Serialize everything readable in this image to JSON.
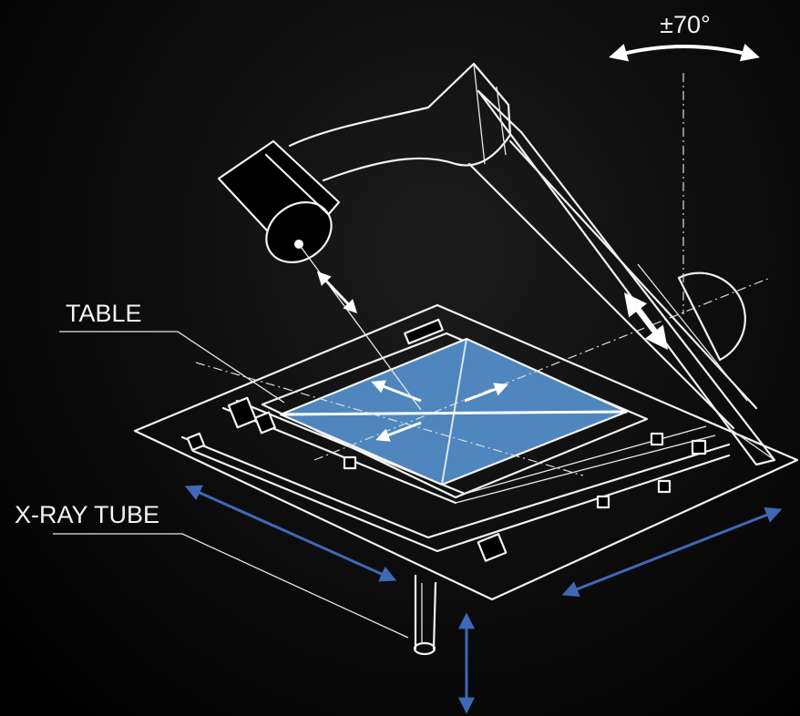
{
  "labels": {
    "rotation": "±70°",
    "table": "TABLE",
    "xray_tube": "X-RAY TUBE"
  },
  "colors": {
    "background": "#000000",
    "line": "#f2f2f2",
    "panel_fill": "#4f86bd",
    "arrow_blue": "#3f69b7"
  }
}
